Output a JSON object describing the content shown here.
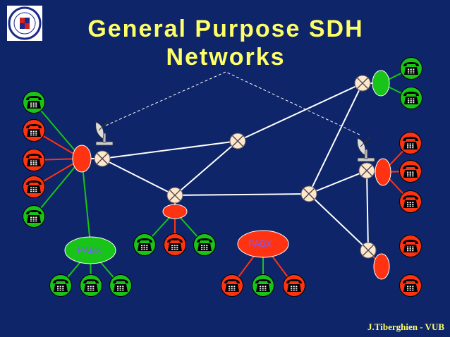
{
  "slide": {
    "title_line1": "General Purpose SDH",
    "title_line2": "Networks",
    "footer": "J.Tiberghien - VUB"
  },
  "labels": {
    "pabx_left": "PABX",
    "pabx_center": "PABX"
  },
  "colors": {
    "background": "#0e2569",
    "title": "#ffff66",
    "phone_green": "#19c419",
    "phone_red": "#ff3311",
    "node_red": "#ff3311",
    "node_green": "#19c419",
    "switch_fill": "#ffe6cc",
    "link_white": "#ffffff",
    "link_green": "#19c419",
    "link_red": "#ff3311",
    "pabx_text_left": "#7a5cff",
    "pabx_text_center": "#7a5cff"
  },
  "icons": [
    "telephone-icon",
    "satellite-dish-icon",
    "university-seal-icon",
    "switch-node-icon"
  ]
}
